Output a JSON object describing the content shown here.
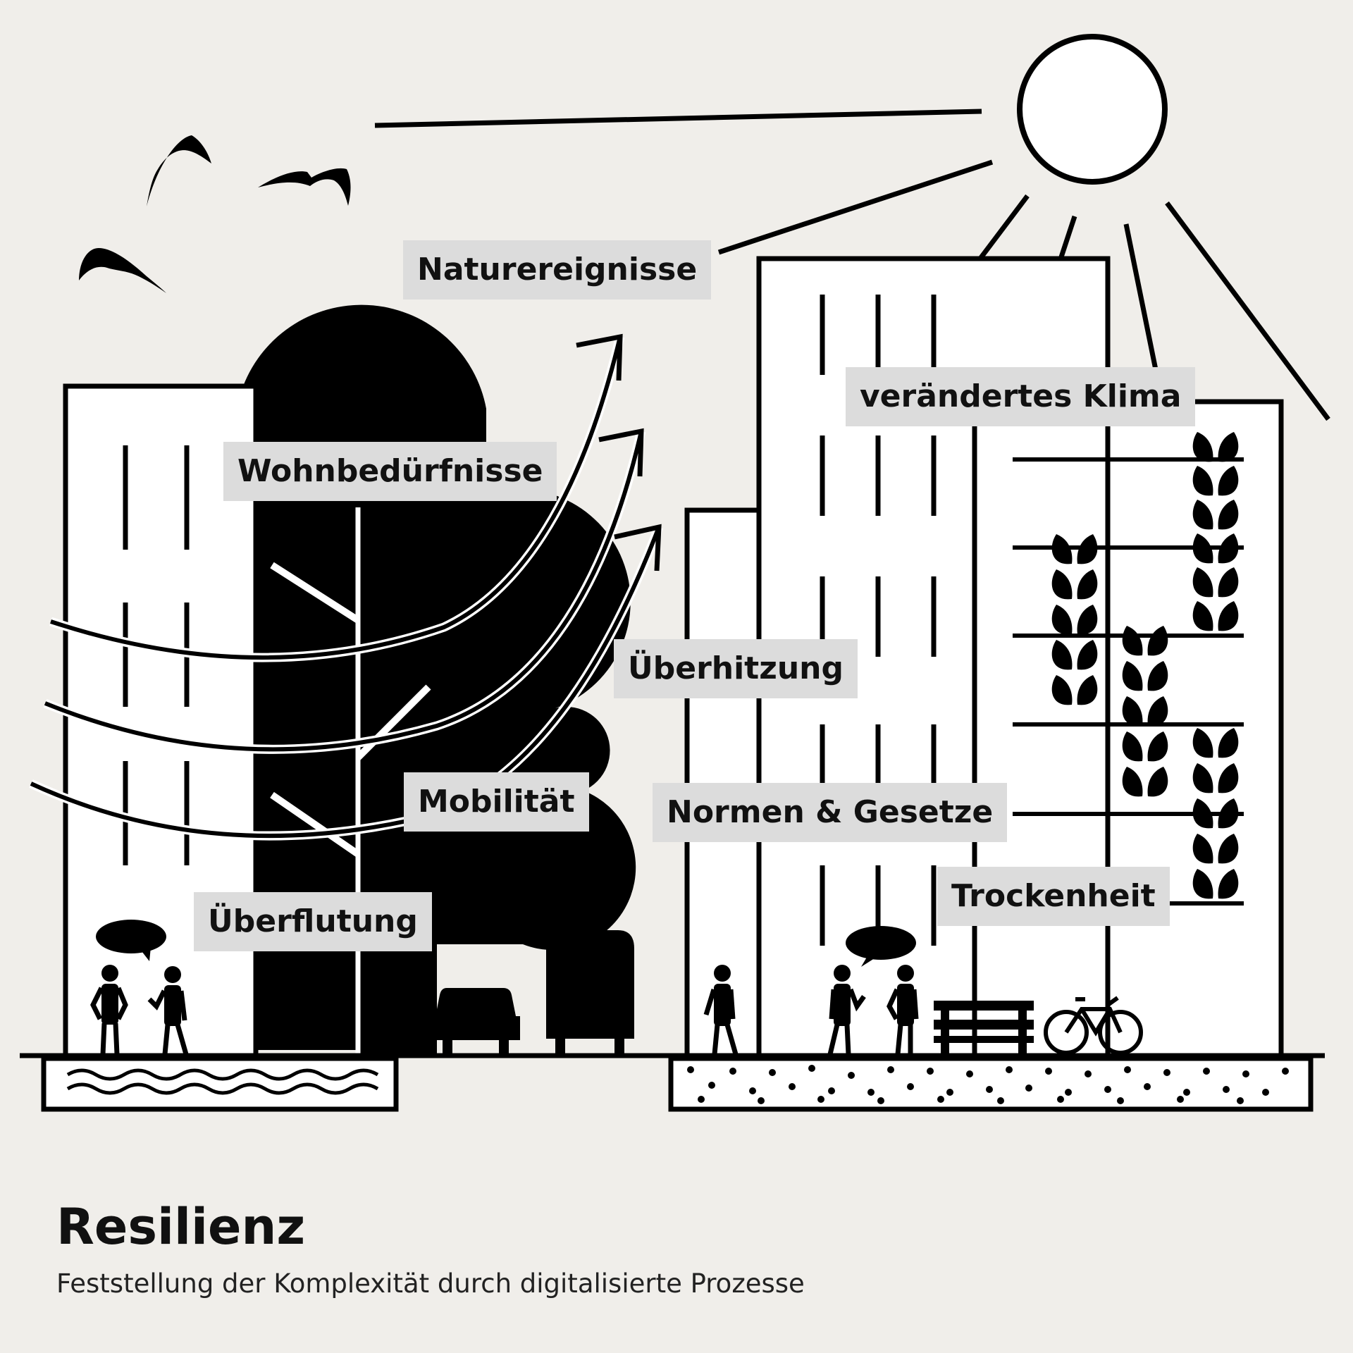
{
  "title": "Resilienz",
  "subtitle": "Feststellung der Komplexität durch digitalisierte Prozesse",
  "labels": {
    "naturereignisse": "Naturereignisse",
    "wohnbeduerfnisse": "Wohnbedürfnisse",
    "veraendertes_klima": "verändertes Klima",
    "ueberhitzung": "Überhitzung",
    "mobilitaet": "Mobilität",
    "normen_gesetze": "Normen & Gesetze",
    "ueberflutung": "Überflutung",
    "trockenheit": "Trockenheit"
  },
  "colors": {
    "background": "#f0eeea",
    "ink": "#000000",
    "label_background": "#dcdcdc"
  }
}
